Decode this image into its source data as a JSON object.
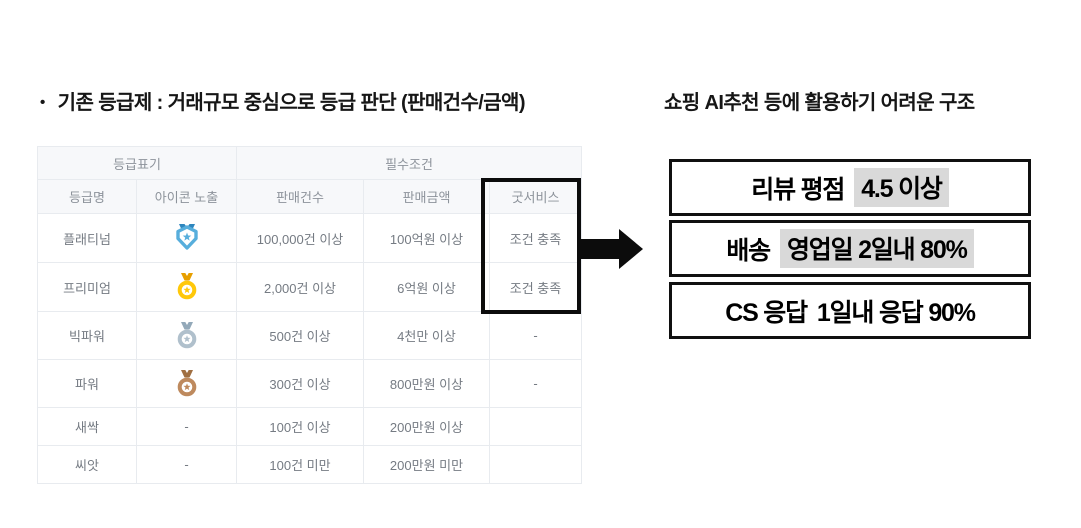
{
  "page": {
    "bullet": "•",
    "left_title": "기존 등급제 : 거래규모 중심으로 등급 판단 (판매건수/금액)",
    "right_title": "쇼핑 AI추천 등에 활용하기 어려운 구조"
  },
  "table": {
    "group_headers": [
      {
        "label": "등급표기",
        "span": 2
      },
      {
        "label": "필수조건",
        "span": 3
      }
    ],
    "columns": [
      "등급명",
      "아이콘 노출",
      "판매건수",
      "판매금액",
      "굿서비스"
    ],
    "rows": [
      {
        "grade": "플래티넘",
        "icon": "platinum-badge",
        "sales_count": "100,000건 이상",
        "sales_amount": "100억원 이상",
        "good_service": "조건 충족"
      },
      {
        "grade": "프리미엄",
        "icon": "gold-medal",
        "sales_count": "2,000건 이상",
        "sales_amount": "6억원 이상",
        "good_service": "조건 충족"
      },
      {
        "grade": "빅파워",
        "icon": "silver-medal",
        "sales_count": "500건 이상",
        "sales_amount": "4천만 이상",
        "good_service": "-"
      },
      {
        "grade": "파워",
        "icon": "bronze-medal",
        "sales_count": "300건 이상",
        "sales_amount": "800만원 이상",
        "good_service": "-"
      },
      {
        "grade": "새싹",
        "icon": "-",
        "sales_count": "100건 이상",
        "sales_amount": "200만원 이상",
        "good_service": ""
      },
      {
        "grade": "씨앗",
        "icon": "-",
        "sales_count": "100건 미만",
        "sales_amount": "200만원 미만",
        "good_service": ""
      }
    ]
  },
  "callouts": [
    {
      "prefix": "리뷰 평점",
      "value": "4.5 이상",
      "value_highlighted": true
    },
    {
      "prefix": "배송",
      "value": "영업일 2일내 80%",
      "value_highlighted": true
    },
    {
      "prefix": "CS 응답",
      "value": "1일내 응답 90%",
      "value_highlighted": false
    }
  ],
  "colors": {
    "highlight_gray": "#d9d9d9",
    "focus_border": "#0c0c0c",
    "table_header_bg": "#f7f8fa",
    "table_header_text": "#8d939b",
    "table_cell_text": "#757b83",
    "table_border": "#e8ebef",
    "platinum_blue": "#57aedc",
    "platinum_ribbon": "#2e86be",
    "gold": "#ffc80a",
    "gold_ribbon": "#e79f00",
    "silver": "#b0c0cc",
    "silver_ribbon": "#93a9b9",
    "bronze": "#be8a5e",
    "bronze_ribbon": "#a06f42"
  }
}
